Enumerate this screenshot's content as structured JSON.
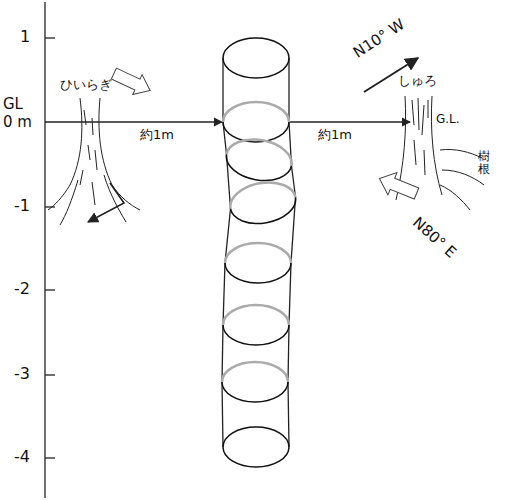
{
  "diagram": {
    "labels": [
      "1",
      "GL",
      "0 m",
      "-1",
      "-2",
      "-3",
      "-4",
      "ひいらぎ",
      "約1m",
      "約1m",
      "しゅろ",
      "G.L.",
      "樹根",
      "N10° W",
      "N80° E"
    ]
  }
}
